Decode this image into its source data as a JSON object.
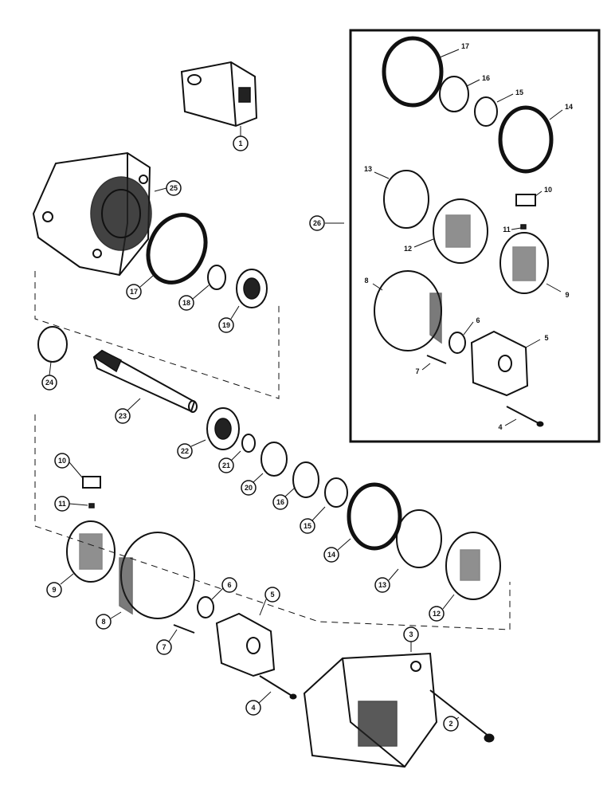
{
  "callouts": {
    "c1": "1",
    "c2": "2",
    "c3": "3",
    "c4a": "4",
    "c4b": "4",
    "c5a": "5",
    "c5b": "5",
    "c6a": "6",
    "c6b": "6",
    "c7a": "7",
    "c7b": "7",
    "c8a": "8",
    "c8b": "8",
    "c9a": "9",
    "c9b": "9",
    "c10a": "10",
    "c10b": "10",
    "c11a": "11",
    "c11b": "11",
    "c12a": "12",
    "c12b": "12",
    "c13a": "13",
    "c13b": "13",
    "c14a": "14",
    "c14b": "14",
    "c15a": "15",
    "c15b": "15",
    "c16a": "16",
    "c16b": "16",
    "c17a": "17",
    "c17b": "17",
    "c18": "18",
    "c19": "19",
    "c20": "20",
    "c21": "21",
    "c22": "22",
    "c23": "23",
    "c24": "24",
    "c25": "25",
    "c26": "26"
  }
}
